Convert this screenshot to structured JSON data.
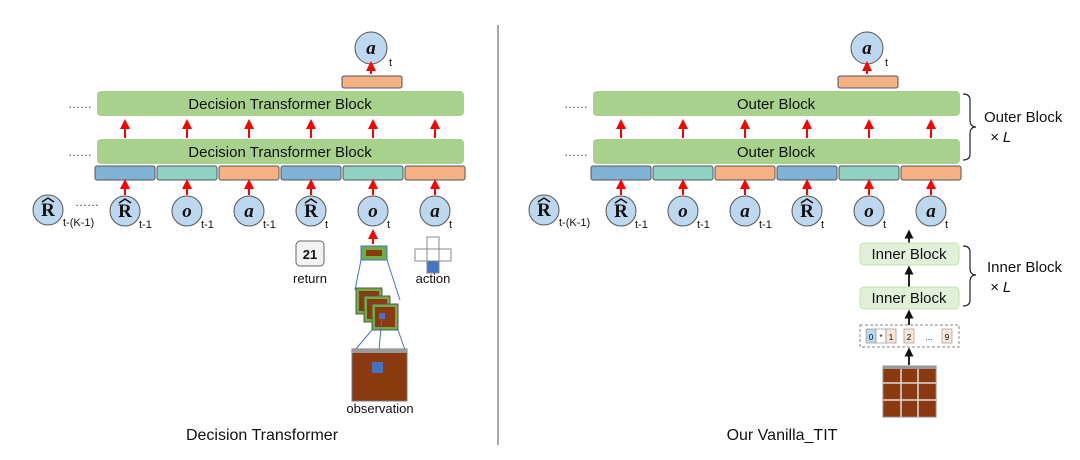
{
  "left_panel": {
    "caption": "Decision Transformer",
    "block_label": "Decision Transformer Block",
    "dots": "……",
    "first_return_subscript": "t-(K-1)",
    "return_value": "21",
    "return_label": "return",
    "action_label": "action",
    "observation_label": "observation",
    "output_subscript": "t"
  },
  "right_panel": {
    "caption": "Our Vanilla_TIT",
    "outer_block_label": "Outer Block",
    "inner_block_label": "Inner Block",
    "outer_side_label": "Outer Block",
    "inner_side_label": "Inner Block",
    "times_l": "× L",
    "dots": "……",
    "first_return_subscript": "t-(K-1)",
    "patch_tokens": [
      "0",
      "*",
      "1",
      "2",
      "…",
      "9"
    ],
    "output_subscript": "t"
  },
  "tokens": [
    {
      "letter": "R",
      "hat": true,
      "sub": "t-1"
    },
    {
      "letter": "o",
      "hat": false,
      "sub": "t-1"
    },
    {
      "letter": "a",
      "hat": false,
      "sub": "t-1"
    },
    {
      "letter": "R",
      "hat": true,
      "sub": "t"
    },
    {
      "letter": "o",
      "hat": false,
      "sub": "t"
    },
    {
      "letter": "a",
      "hat": false,
      "sub": "t"
    }
  ],
  "output_letter": "a",
  "colors": {
    "block_fill": "#a9d18e",
    "node_fill": "#bdd7ee",
    "return_embed": "#7fb3d5",
    "obs_embed": "#8fd1c3",
    "action_embed": "#f4b183",
    "arrow": "#ff0000",
    "inner_block_fill": "#e2f0d9",
    "image_brown": "#8b3a0f",
    "image_green": "#70ad47"
  }
}
